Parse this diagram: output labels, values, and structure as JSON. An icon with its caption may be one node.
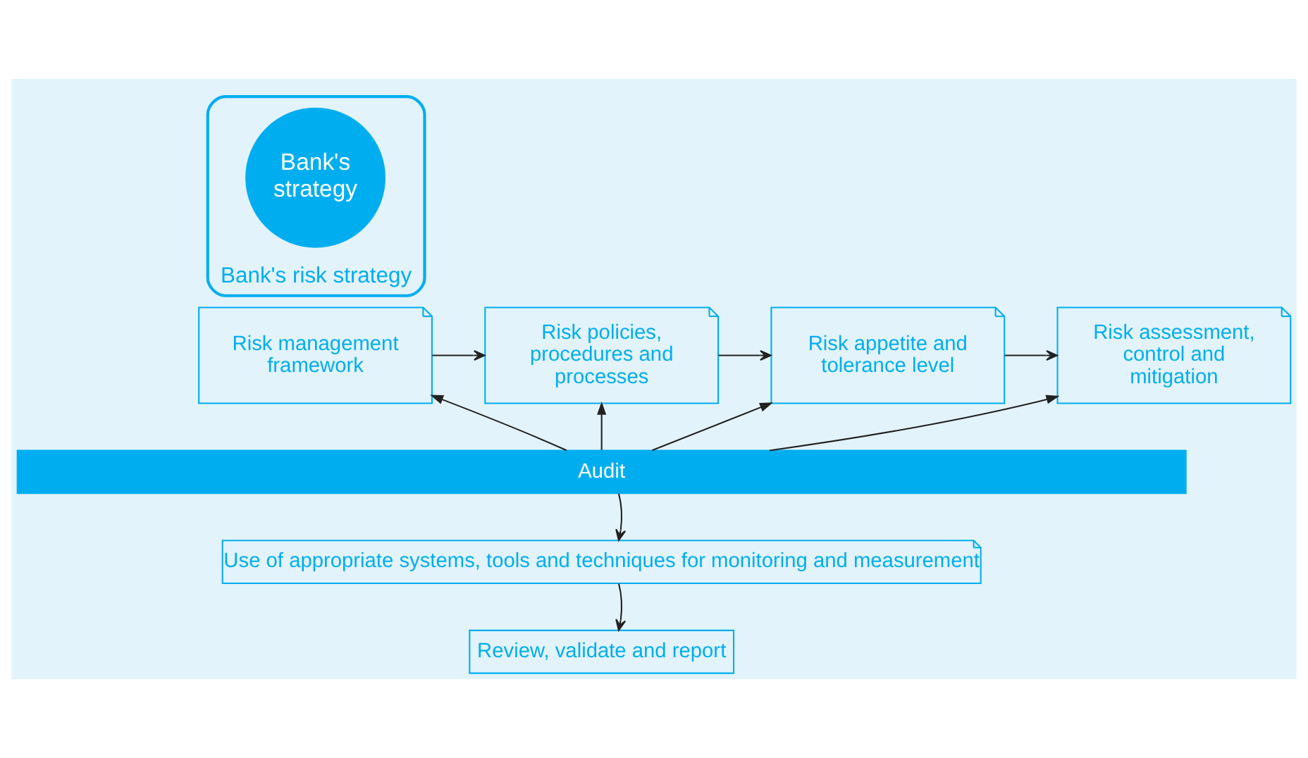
{
  "diagram": {
    "nodes": [
      {
        "text": [
          "Bank's risk strategy"
        ]
      },
      {
        "text": [
          "Bank's strategy"
        ],
        "in": 0
      },
      {
        "text": [
          "Risk management framework"
        ]
      },
      {
        "text": [
          "Risk policies, procedures and processes"
        ]
      },
      {
        "text": [
          "Risk appetite and tolerance level"
        ]
      },
      {
        "text": [
          "Risk assessment, control and mitigation"
        ]
      },
      {
        "text": [
          "Audit"
        ]
      },
      {
        "text": [
          "Use of appropriate systems, tools and techniques for monitoring and measurement"
        ]
      },
      {
        "text": [
          "Review, validate and report"
        ]
      }
    ],
    "edges": [
      {
        "from": 2,
        "to": 3,
        "arrow": "to"
      },
      {
        "from": 3,
        "to": 4,
        "arrow": "to"
      },
      {
        "from": 4,
        "to": 5,
        "arrow": "to"
      },
      {
        "from": 6,
        "to": 2,
        "arrow": "to"
      },
      {
        "from": 6,
        "to": 3,
        "arrow": "to"
      },
      {
        "from": 6,
        "to": 4,
        "arrow": "to"
      },
      {
        "from": 6,
        "to": 5,
        "arrow": "to"
      },
      {
        "from": 6,
        "to": 7,
        "arrow": "to"
      },
      {
        "from": 7,
        "to": 8,
        "arrow": "to"
      }
    ]
  }
}
